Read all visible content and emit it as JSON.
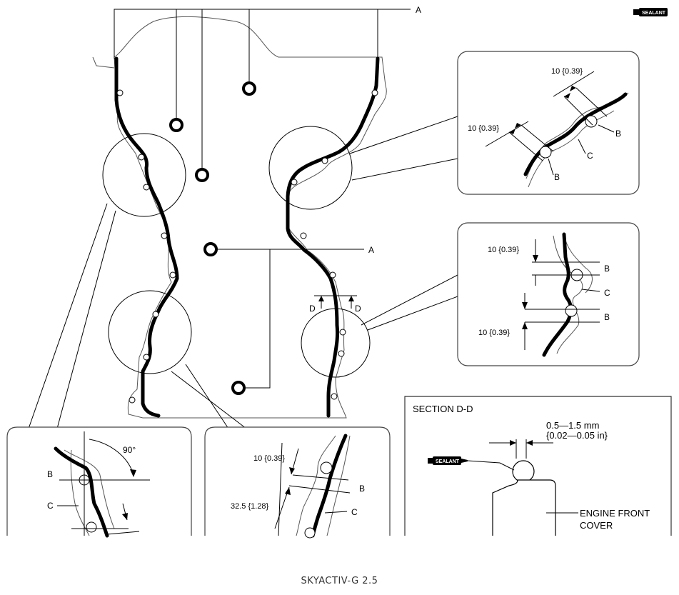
{
  "labels": {
    "a_top": "A",
    "a_mid": "A",
    "d_left": "D",
    "d_right": "D",
    "b": "B",
    "c": "C",
    "angle": "90°",
    "dim_10": "10 {0.39}",
    "dim_325": "32.5 {1.28}"
  },
  "sealant_tag": "SEALANT",
  "section": {
    "title": "SECTION D-D",
    "gap_line1": "0.5—1.5 mm",
    "gap_line2": "{0.02—0.05 in}",
    "part_line1": "ENGINE FRONT",
    "part_line2": "COVER"
  },
  "caption": "SKYACTIV-G 2.5",
  "colors": {
    "line": "#000000",
    "panel_border": "#444444",
    "caption": "#333333"
  }
}
